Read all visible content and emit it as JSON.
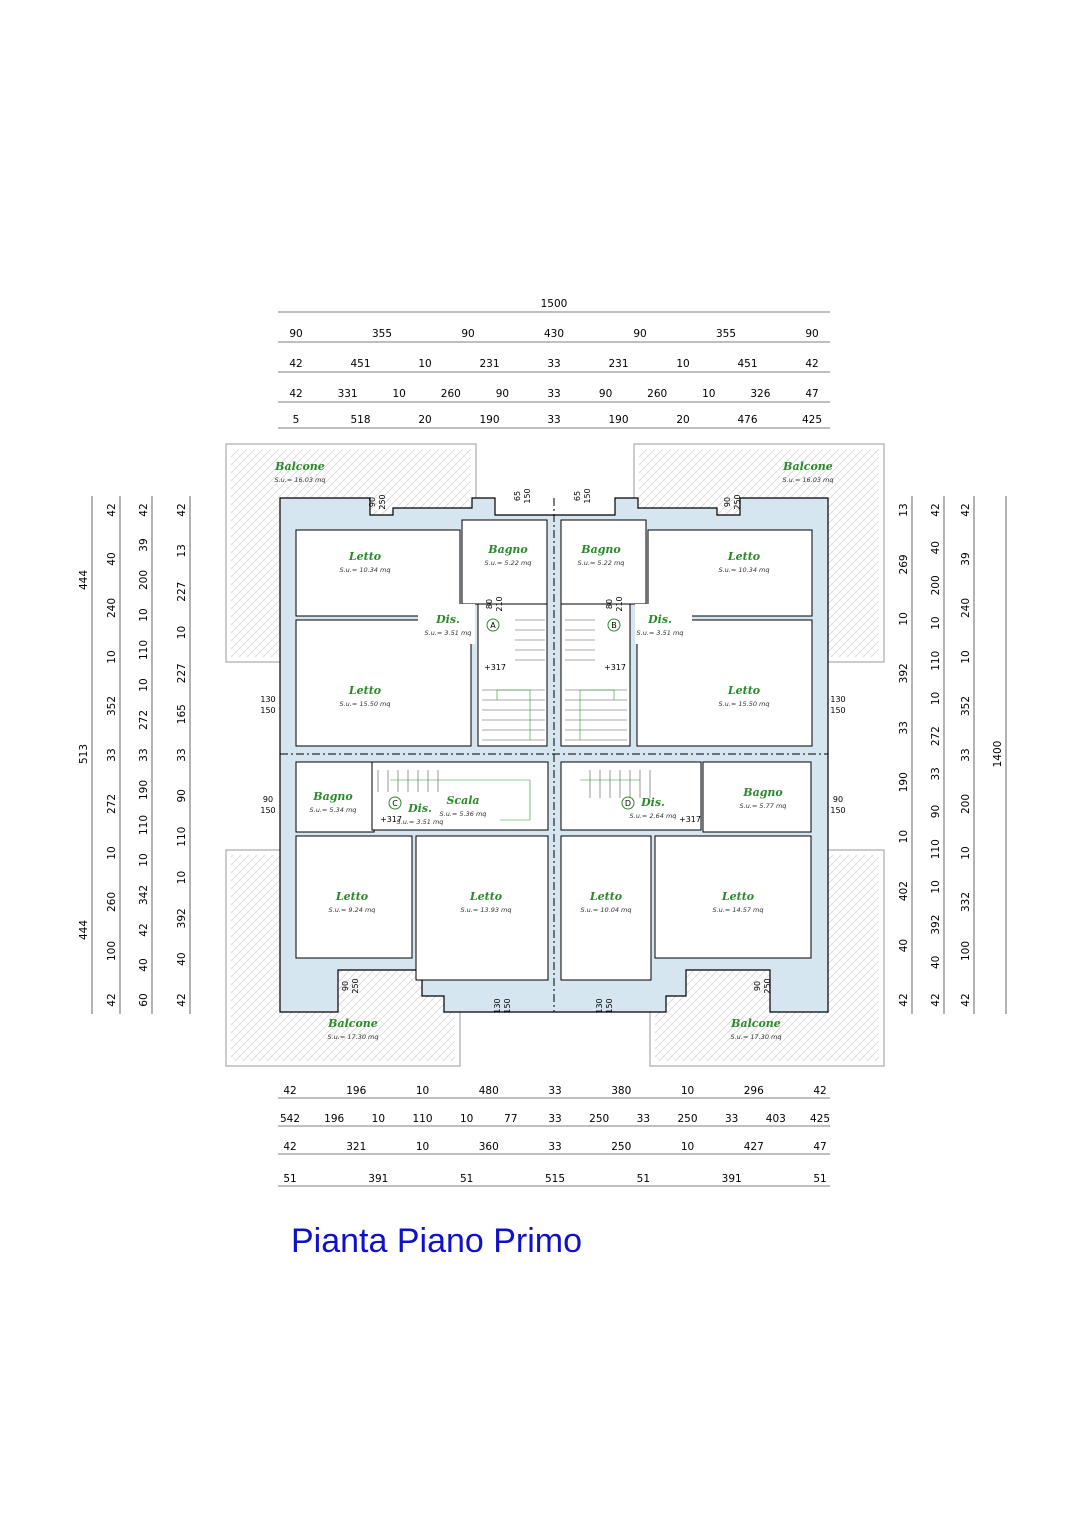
{
  "title": "Pianta Piano Primo",
  "colors": {
    "wall": "#d6e6f0",
    "wall_stroke": "#000000",
    "room_label": "#2a8a2a",
    "title": "#1010cc",
    "balcony_hatch": "#d0d0d0"
  },
  "dims_top": [
    [
      "1500"
    ],
    [
      "90",
      "355",
      "90",
      "430",
      "90",
      "355",
      "90"
    ],
    [
      "42",
      "451",
      "10",
      "231",
      "33",
      "231",
      "10",
      "451",
      "42"
    ],
    [
      "42",
      "331",
      "10",
      "260",
      "90",
      "33",
      "90",
      "260",
      "10",
      "326",
      "47"
    ],
    [
      "5",
      "518",
      "20",
      "190",
      "33",
      "190",
      "20",
      "476",
      "425"
    ]
  ],
  "dims_bottom": [
    [
      "42",
      "196",
      "10",
      "480",
      "33",
      "380",
      "10",
      "296",
      "42"
    ],
    [
      "542",
      "196",
      "10",
      "110",
      "10",
      "77",
      "33",
      "250",
      "33",
      "250",
      "33",
      "403",
      "425"
    ],
    [
      "42",
      "321",
      "10",
      "360",
      "33",
      "250",
      "10",
      "427",
      "47"
    ],
    [
      "51",
      "391",
      "51",
      "515",
      "51",
      "391",
      "51"
    ]
  ],
  "dims_left": [
    [
      "444",
      "513",
      "444"
    ],
    [
      "42",
      "40",
      "240",
      "10",
      "352",
      "33",
      "272",
      "10",
      "260",
      "100",
      "42"
    ],
    [
      "42",
      "39",
      "200",
      "10",
      "110",
      "10",
      "272",
      "33",
      "190",
      "110",
      "10",
      "342",
      "42",
      "40",
      "60"
    ],
    [
      "42",
      "13",
      "227",
      "10",
      "227",
      "165",
      "33",
      "90",
      "110",
      "10",
      "392",
      "40",
      "42"
    ]
  ],
  "dims_right": [
    [
      "13",
      "269",
      "10",
      "392",
      "33",
      "190",
      "10",
      "402",
      "40",
      "42"
    ],
    [
      "42",
      "40",
      "200",
      "10",
      "110",
      "10",
      "272",
      "33",
      "90",
      "110",
      "10",
      "392",
      "40",
      "42"
    ],
    [
      "42",
      "39",
      "240",
      "10",
      "352",
      "33",
      "200",
      "10",
      "332",
      "100",
      "42"
    ],
    [
      "1400"
    ]
  ],
  "rooms": [
    {
      "name": "Balcone",
      "area": "S.u.= 16.03 mq"
    },
    {
      "name": "Balcone",
      "area": "S.u.= 16.03 mq"
    },
    {
      "name": "Letto",
      "area": "S.u.= 10.34 mq"
    },
    {
      "name": "Bagno",
      "area": "S.u.= 5.22 mq"
    },
    {
      "name": "Bagno",
      "area": "S.u.= 5.22 mq"
    },
    {
      "name": "Letto",
      "area": "S.u.= 10.34 mq"
    },
    {
      "name": "Dis.",
      "area": "S.u.= 3.51 mq"
    },
    {
      "name": "Dis.",
      "area": "S.u.= 3.51 mq"
    },
    {
      "name": "Letto",
      "area": "S.u.= 15.50 mq"
    },
    {
      "name": "Letto",
      "area": "S.u.= 15.50 mq"
    },
    {
      "name": "Bagno",
      "area": "S.u.= 5.34 mq"
    },
    {
      "name": "Dis.",
      "area": "S.u.= 3.51 mq"
    },
    {
      "name": "Scala",
      "area": "S.u.= 5.36 mq"
    },
    {
      "name": "Dis.",
      "area": "S.u.= 2.64 mq"
    },
    {
      "name": "Bagno",
      "area": "S.u.= 5.77 mq"
    },
    {
      "name": "Letto",
      "area": "S.u.= 9.24 mq"
    },
    {
      "name": "Letto",
      "area": "S.u.= 13.93 mq"
    },
    {
      "name": "Letto",
      "area": "S.u.= 10.04 mq"
    },
    {
      "name": "Letto",
      "area": "S.u.= 14.57 mq"
    },
    {
      "name": "Balcone",
      "area": "S.u.= 17.30 mq"
    },
    {
      "name": "Balcone",
      "area": "S.u.= 17.30 mq"
    }
  ],
  "unit_markers": [
    "A",
    "B",
    "C",
    "D"
  ],
  "level_marks": [
    "+317",
    "+317",
    "+317",
    "+317"
  ],
  "window_dims": [
    [
      "90",
      "250"
    ],
    [
      "65",
      "150"
    ],
    [
      "65",
      "150"
    ],
    [
      "90",
      "250"
    ],
    [
      "80",
      "210"
    ],
    [
      "80",
      "210"
    ],
    [
      "130",
      "150"
    ],
    [
      "130",
      "150"
    ],
    [
      "90",
      "150"
    ],
    [
      "90",
      "150"
    ],
    [
      "90",
      "250"
    ],
    [
      "130",
      "150"
    ],
    [
      "130",
      "150"
    ],
    [
      "90",
      "250"
    ]
  ]
}
